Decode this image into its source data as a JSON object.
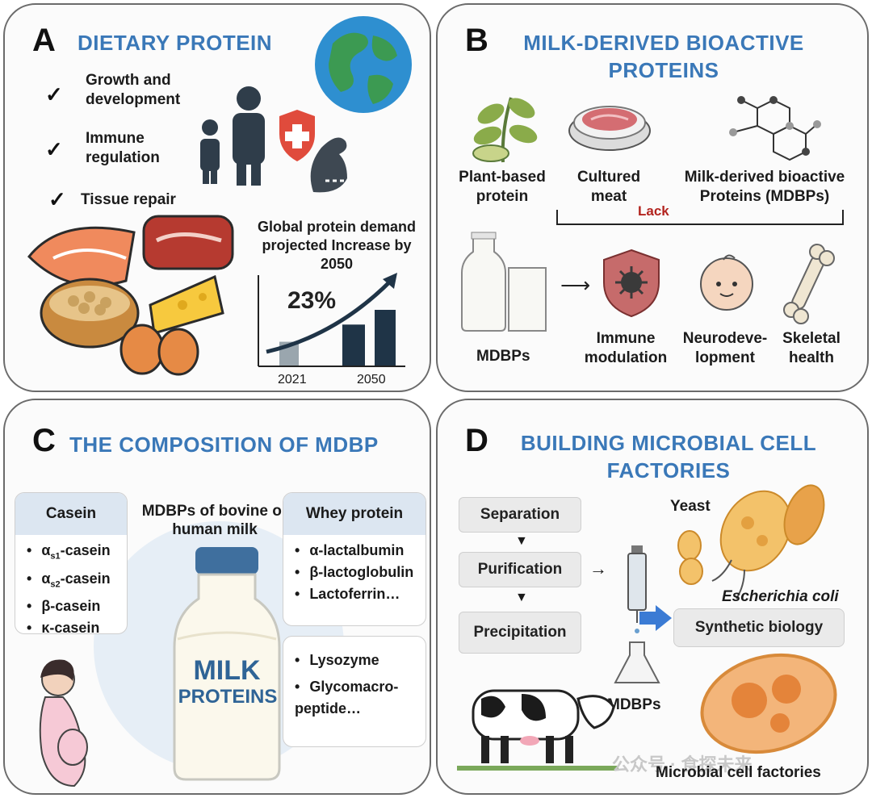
{
  "panel_a": {
    "letter": "A",
    "title": "DIETARY PROTEIN",
    "benefits": [
      "Growth and development",
      "Immune regulation",
      "Tissue repair"
    ],
    "projection_title": "Global protein demand projected Increase by 2050",
    "percent": "23%",
    "x_labels": [
      "2021",
      "2050"
    ],
    "chart_data": {
      "type": "bar",
      "title": "Global protein demand projected Increase by 2050",
      "categories": [
        "2021",
        "",
        "2050"
      ],
      "values": [
        1.0,
        1.7,
        2.3
      ],
      "annotation": "23%"
    }
  },
  "panel_b": {
    "letter": "B",
    "title_line1": "MILK-DERIVED BIOACTIVE",
    "title_line2": "PROTEINS",
    "sources": [
      "Plant-based protein",
      "Cultured meat",
      "Milk-derived bioactive Proteins (MDBPs)"
    ],
    "lack_label": "Lack",
    "mdbps_label": "MDBPs",
    "functions": [
      "Immune modulation",
      "Neurodeve- lopment",
      "Skeletal health"
    ]
  },
  "panel_c": {
    "letter": "C",
    "title": "THE COMPOSITION OF MDBP",
    "center_label": "MDBPs of bovine or human milk",
    "bottle_text_1": "MILK",
    "bottle_text_2": "PROTEINS",
    "casein": {
      "header": "Casein"
    },
    "whey": {
      "header": "Whey protein",
      "items": [
        "α-lactalbumin",
        "β-lactoglobulin",
        "Lactoferrin…"
      ]
    },
    "others": {
      "items": [
        "Lysozyme",
        "Glycomacro- peptide…"
      ]
    }
  },
  "panel_d": {
    "letter": "D",
    "title_line1": "BUILDING MICROBIAL CELL",
    "title_line2": "FACTORIES",
    "steps": [
      "Separation",
      "Purification",
      "Precipitation"
    ],
    "yeast_label": "Yeast",
    "ecoli_label": "Escherichia coli",
    "synbio_label": "Synthetic biology",
    "mdbps_label": "MDBPs",
    "factory_label": "Microbial cell factories",
    "watermark": "公众号 · 食探未来"
  },
  "colors": {
    "title_blue": "#3a78b8",
    "navy": "#1f3447",
    "border": "#6b6b6b",
    "arrow_blue": "#3b7bd4",
    "lack_red": "#b3241f"
  }
}
